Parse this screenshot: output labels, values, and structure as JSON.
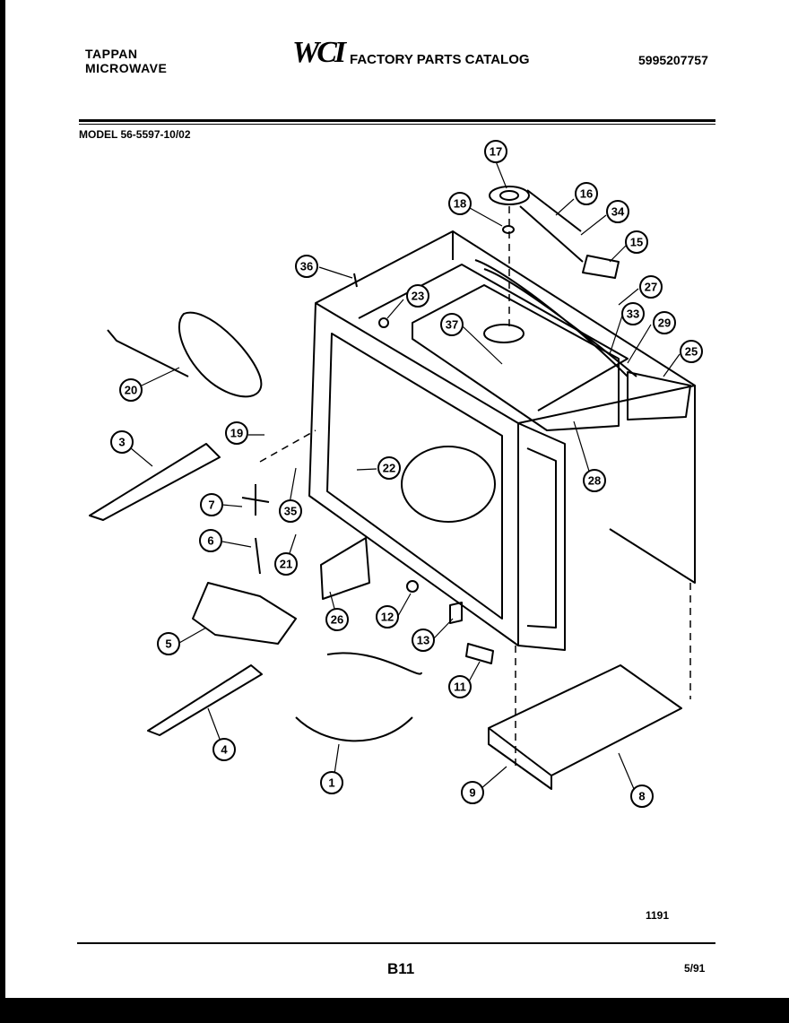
{
  "header": {
    "brand_line1": "TAPPAN",
    "brand_line2": "MICROWAVE",
    "logo": "WCI",
    "catalog_title": "FACTORY PARTS CATALOG",
    "catalog_number": "5995207757"
  },
  "model_label": "MODEL 56-5597-10/02",
  "callouts": [
    "17",
    "16",
    "18",
    "34",
    "15",
    "36",
    "23",
    "27",
    "33",
    "37",
    "29",
    "25",
    "20",
    "19",
    "3",
    "22",
    "28",
    "7",
    "35",
    "6",
    "21",
    "26",
    "12",
    "5",
    "13",
    "11",
    "4",
    "1",
    "9",
    "8"
  ],
  "footer": {
    "code": "1191",
    "page": "B11",
    "date": "5/91"
  }
}
